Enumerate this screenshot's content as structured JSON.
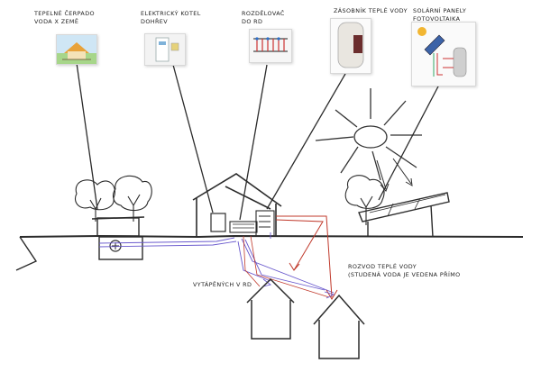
{
  "labels": {
    "heat_pump": [
      "Tepelné čerpado",
      "voda x země"
    ],
    "electric_boiler": [
      "Elektrický kotel",
      "dohřev"
    ],
    "distributor": [
      "Rozdělovač",
      "do RD"
    ],
    "hot_water_tank": [
      "Zásobník teplé vody"
    ],
    "solar_panels": [
      "Solární panely",
      "fotovoltaika"
    ],
    "heated_houses": [
      "Vytápěných v RD"
    ],
    "hot_water_distribution": [
      "Rozvod teplé vody",
      "(studená voda je vedena přímo"
    ]
  },
  "colors": {
    "line": "#2b2b2b",
    "hot_pipe": "#c0392b",
    "cold_pipe": "#6a5acd",
    "sun": "#333333"
  }
}
